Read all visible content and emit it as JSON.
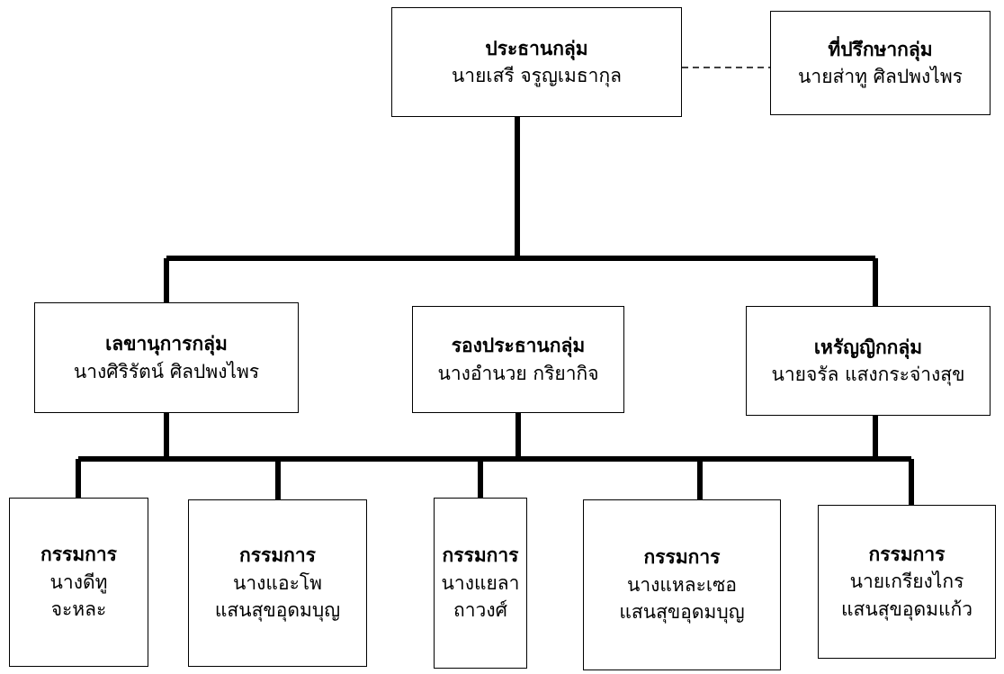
{
  "org_chart": {
    "chair": {
      "role": "ประธานกลุ่ม",
      "person": "นายเสรี จรูญเมธากุล"
    },
    "advisor": {
      "role": "ที่ปรึกษากลุ่ม",
      "person": "นายส่าทู ศิลปพงไพร"
    },
    "secretary": {
      "role": "เลขานุการกลุ่ม",
      "person": "นางศิริรัตน์ ศิลปพงไพร"
    },
    "vice_chair": {
      "role": "รองประธานกลุ่ม",
      "person": "นางอำนวย กริยากิจ"
    },
    "treasurer": {
      "role": "เหรัญญิกกลุ่ม",
      "person": "นายจรัล แสงกระจ่างสุข"
    },
    "members": [
      {
        "role": "กรรมการ",
        "person_line1": "นางดีทู",
        "person_line2": "จะหละ"
      },
      {
        "role": "กรรมการ",
        "person_line1": "นางแอะโพ",
        "person_line2": "แสนสุขอุดมบุญ"
      },
      {
        "role": "กรรมการ",
        "person_line1": "นางแยลา",
        "person_line2": "ถาวงศ์"
      },
      {
        "role": "กรรมการ",
        "person_line1": "นางแหละเซอ",
        "person_line2": "แสนสุขอุดมบุญ"
      },
      {
        "role": "กรรมการ",
        "person_line1": "นายเกรียงไกร",
        "person_line2": "แสนสุขอุดมแก้ว"
      }
    ]
  }
}
